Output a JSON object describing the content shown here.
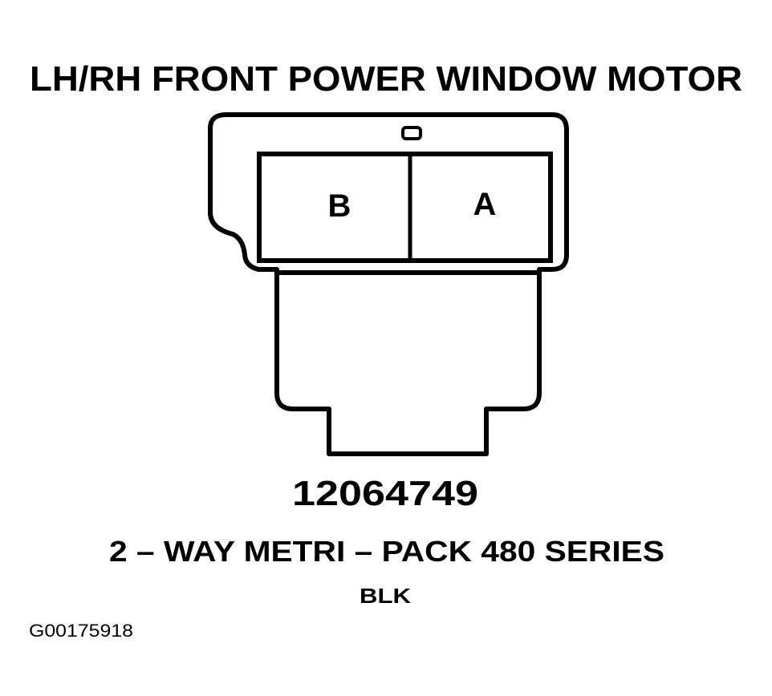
{
  "diagram": {
    "title": "LH/RH FRONT POWER WINDOW MOTOR",
    "cavities": [
      {
        "label": "B"
      },
      {
        "label": "A"
      }
    ],
    "part_number": "12064749",
    "connector_description": "2 – WAY METRI – PACK 480 SERIES",
    "color": "BLK",
    "figure_id": "G00175918"
  }
}
